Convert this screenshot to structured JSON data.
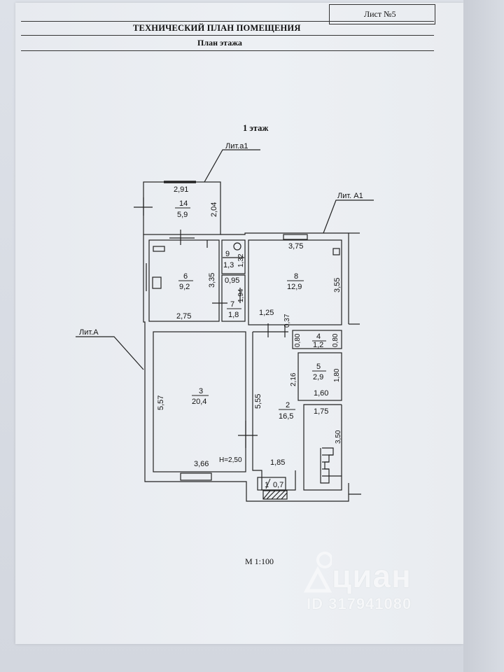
{
  "sheet_number": "Лист №5",
  "title": "ТЕХНИЧЕСКИЙ ПЛАН ПОМЕЩЕНИЯ",
  "subtitle": "План этажа",
  "floor_label": "1 этаж",
  "scale": "М 1:100",
  "building_labels": {
    "lit_a1_small": "Лит.а1",
    "lit_A1": "Лит. А1",
    "lit_A": "Лит.А"
  },
  "rooms": [
    {
      "number": "1",
      "area": "0,7"
    },
    {
      "number": "2",
      "area": "16,5"
    },
    {
      "number": "3",
      "area": "20,4"
    },
    {
      "number": "4",
      "area": "1,2"
    },
    {
      "number": "5",
      "area": "2,9"
    },
    {
      "number": "6",
      "area": "9,2"
    },
    {
      "number": "7",
      "area": "1,8"
    },
    {
      "number": "8",
      "area": "12,9"
    },
    {
      "number": "9",
      "area": "1,3"
    },
    {
      "number": "14",
      "area": "5,9"
    }
  ],
  "dimensions": {
    "r14_w": "2,91",
    "r14_h": "2,04",
    "r8_w": "3,75",
    "r8_h": "3,55",
    "r9_h": "1,32",
    "r9_w": "0,95",
    "r6_h": "3,35",
    "r6_w": "2,75",
    "r7_h": "1,94",
    "c_125": "1,25",
    "c_037": "0,37",
    "r4_h1": "0,80",
    "r4_h2": "0,80",
    "r5_h1": "2,16",
    "r5_h2": "1,80",
    "r5_w": "1,60",
    "r2_w": "1,75",
    "r2_h": "5,55",
    "r2_stair": "3,50",
    "r3_h": "5,57",
    "r3_w": "3,66",
    "ceiling_h": "H=2,50",
    "r1_w": "1,85"
  },
  "watermark": {
    "brand": "циан",
    "id": "ID 317941080"
  }
}
